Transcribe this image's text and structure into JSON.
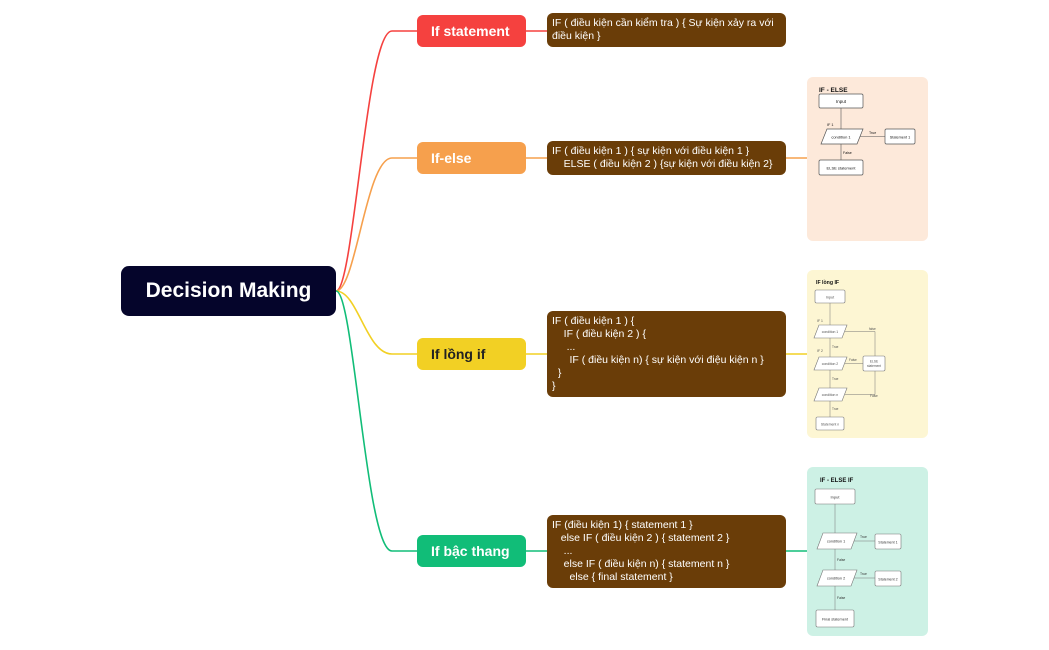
{
  "root": {
    "label": "Decision Making"
  },
  "branches": [
    {
      "label": "If statement",
      "color": "#f5413f",
      "text_color": "#ffffff",
      "note": "IF ( điều kiện cần kiểm tra ) { Sự kiện xảy ra với\nđiều kiện }"
    },
    {
      "label": "If-else",
      "color": "#f6a04d",
      "text_color": "#ffffff",
      "note": "IF ( điều kiện 1 ) { sự kiện với điều kiện 1 }\n    ELSE ( điều kiện 2 ) {sự kiện với điều kiện 2}"
    },
    {
      "label": "If lồng if",
      "color": "#f2d024",
      "text_color": "#222222",
      "note": "IF ( điều kiện 1 ) {\n    IF ( điều kiện 2 ) {\n     ...\n      IF ( điều kiện n) { sự kiện với điệu kiện n }\n  }\n}"
    },
    {
      "label": "If bậc thang",
      "color": "#11bd78",
      "text_color": "#ffffff",
      "note": "IF (điều kiện 1) { statement 1 }\n   else IF ( điều kiện 2 ) { statement 2 }\n    ...\n    else IF ( điều kiện n) { statement n }\n      else { final statement }"
    }
  ],
  "cards": [
    {
      "background": "#fde9da",
      "title": "IF - ELSE",
      "labels": {
        "input": "Input",
        "if_mark": "IF 1",
        "cond1": "condition 1",
        "true1": "True",
        "stmt1": "Statement 1",
        "false1": "False",
        "else_stmt": "ELSE statement"
      }
    },
    {
      "background": "#fdf6d3",
      "title": "IF lồng IF",
      "labels": {
        "input": "Input",
        "if1": "IF 1",
        "cond1": "condition 1",
        "true1": "True",
        "false_right": "false",
        "if2": "IF 2",
        "cond2": "condition 2",
        "false2": "False",
        "true2": "True",
        "condn": "condition n",
        "truen": "True",
        "falsen": "False",
        "else_stmt_1": "ELSE",
        "else_stmt_2": "statement",
        "stmt": "Statement n"
      }
    },
    {
      "background": "#cdf1e5",
      "title": "IF - ELSE IF",
      "labels": {
        "input": "Input",
        "cond1": "condition 1",
        "true1": "True",
        "stmt1": "Statement 1",
        "false1": "False",
        "cond2": "condition 2",
        "true2": "True",
        "stmt2": "Statement 2",
        "false2": "False",
        "final": "Final statement"
      }
    }
  ]
}
